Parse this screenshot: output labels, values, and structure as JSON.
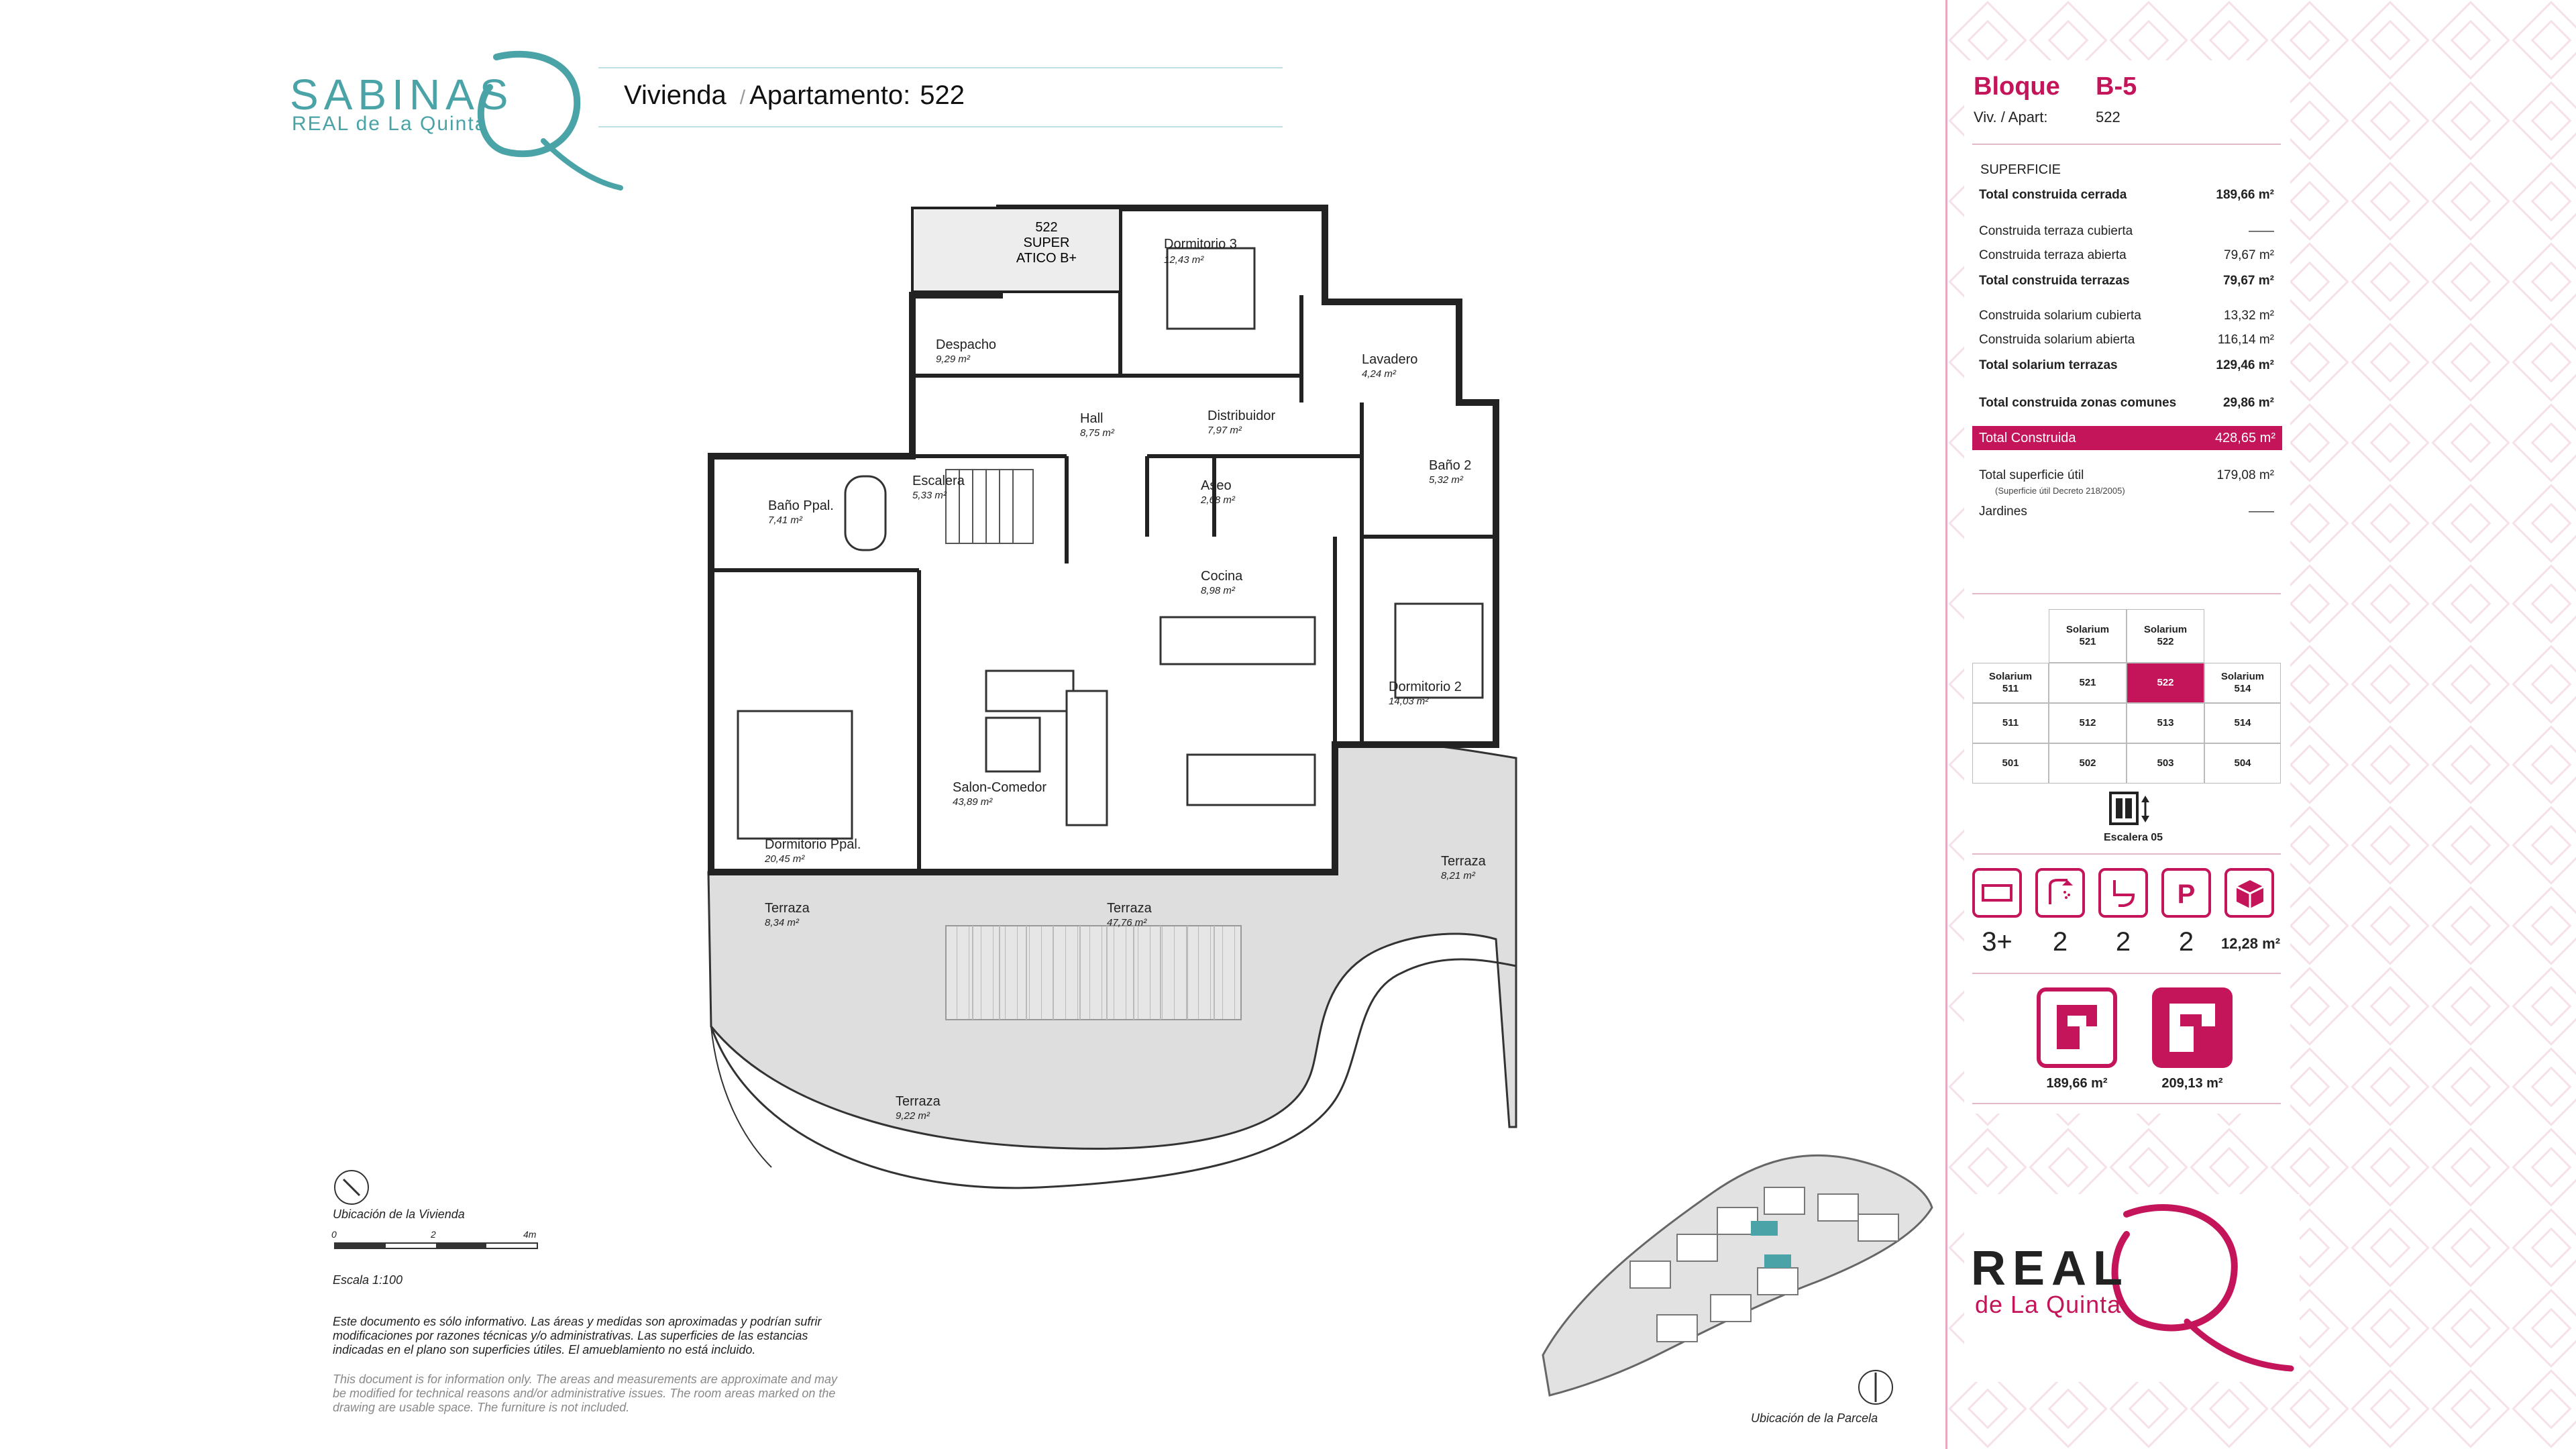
{
  "brand": {
    "name": "SABINAS",
    "sub": "REAL de La Quinta"
  },
  "header": {
    "label1": "Vivienda",
    "label2": "Apartamento:",
    "number": "522"
  },
  "plan": {
    "unit_label": [
      "522",
      "SUPER",
      "ATICO B+"
    ],
    "rooms": [
      {
        "name": "Dormitorio 3",
        "area": "12,43 m²"
      },
      {
        "name": "Despacho",
        "area": "9,29 m²"
      },
      {
        "name": "Lavadero",
        "area": "4,24 m²"
      },
      {
        "name": "Hall",
        "area": "8,75 m²"
      },
      {
        "name": "Distribuidor",
        "area": "7,97 m²"
      },
      {
        "name": "Escalera",
        "area": "5,33 m²"
      },
      {
        "name": "Aseo",
        "area": "2,68 m²"
      },
      {
        "name": "Baño 2",
        "area": "5,32 m²"
      },
      {
        "name": "Baño Ppal.",
        "area": "7,41 m²"
      },
      {
        "name": "Cocina",
        "area": "8,98 m²"
      },
      {
        "name": "Dormitorio 2",
        "area": "14,03 m²"
      },
      {
        "name": "Salon-Comedor",
        "area": "43,89 m²"
      },
      {
        "name": "Dormitorio Ppal.",
        "area": "20,45 m²"
      },
      {
        "name": "Terraza",
        "area": "8,21 m²"
      },
      {
        "name": "Terraza",
        "area": "8,34 m²"
      },
      {
        "name": "Terraza",
        "area": "47,76 m²"
      },
      {
        "name": "Terraza",
        "area": "9,22 m²"
      }
    ]
  },
  "legend": {
    "orientation": "Ubicación de la Vivienda",
    "scale_ticks": [
      "0",
      "2",
      "4m"
    ],
    "scale": "Escala 1:100",
    "note_es": "Este documento es sólo informativo. Las áreas y medidas son aproximadas y podrían sufrir modificaciones por razones técnicas y/o administrativas. Las superficies de las estancias indicadas en el plano son superficies útiles. El amueblamiento no está incluido.",
    "note_en": "This document is for information only. The areas and measurements are approximate and may be modified for technical reasons and/or administrative issues. The room areas marked on the drawing are usable space. The furniture is not included.",
    "parcel": "Ubicación de la Parcela"
  },
  "panel": {
    "block_label": "Bloque",
    "block_value": "B-5",
    "viv_label": "Viv.",
    "apart_label": "Apart:",
    "viv_value": "522",
    "superficie": "SUPERFICIE",
    "rows": [
      {
        "label": "Total construida cerrada",
        "value": "189,66 m²",
        "bold": true
      },
      {
        "label": "Construida terraza cubierta",
        "value": "——",
        "bold": false
      },
      {
        "label": "Construida terraza abierta",
        "value": "79,67 m²",
        "bold": false
      },
      {
        "label": "Total construida terrazas",
        "value": "79,67 m²",
        "bold": true
      },
      {
        "label": "Construida solarium cubierta",
        "value": "13,32 m²",
        "bold": false
      },
      {
        "label": "Construida solarium abierta",
        "value": "116,14 m²",
        "bold": false
      },
      {
        "label": "Total solarium terrazas",
        "value": "129,46 m²",
        "bold": true
      },
      {
        "label": "Total construida zonas comunes",
        "value": "29,86 m²",
        "bold": true
      }
    ],
    "total_label": "Total Construida",
    "total_value": "428,65 m²",
    "util_label": "Total superficie útil",
    "util_value": "179,08 m²",
    "util_note": "(Superficie útil Decreto 218/2005)",
    "jardines_label": "Jardines",
    "jardines_value": "——",
    "grid": [
      {
        "t": "Solarium",
        "b": "521",
        "bold": true
      },
      {
        "t": "Solarium",
        "b": "522",
        "bold": true
      },
      {
        "t": "Solarium",
        "b": "511",
        "bold": true
      },
      {
        "t": "521",
        "b": "",
        "bold": true
      },
      {
        "t": "522",
        "b": "",
        "bold": true
      },
      {
        "t": "Solarium",
        "b": "514",
        "bold": true
      },
      {
        "t": "511",
        "b": "",
        "bold": true
      },
      {
        "t": "512",
        "b": "",
        "bold": true
      },
      {
        "t": "513",
        "b": "",
        "bold": true
      },
      {
        "t": "514",
        "b": "",
        "bold": true
      },
      {
        "t": "501",
        "b": "",
        "bold": true
      },
      {
        "t": "502",
        "b": "",
        "bold": true
      },
      {
        "t": "503",
        "b": "",
        "bold": true
      },
      {
        "t": "504",
        "b": "",
        "bold": true
      }
    ],
    "stair_label": "Escalera 05",
    "features": [
      {
        "icon": "bed-icon",
        "value": "3+"
      },
      {
        "icon": "shower-icon",
        "value": "2"
      },
      {
        "icon": "toilet-icon",
        "value": "2"
      },
      {
        "icon": "parking-icon",
        "value": "2"
      },
      {
        "icon": "storage-icon",
        "value": "12,28 m²"
      }
    ],
    "areas": [
      {
        "icon": "closed-area-icon",
        "value": "189,66 m²"
      },
      {
        "icon": "total-area-icon",
        "value": "209,13 m²"
      }
    ],
    "real_word": "REAL",
    "real_sub": "de La Quinta",
    "accent": "#c4145a",
    "brand_teal": "#4aa3a6"
  }
}
